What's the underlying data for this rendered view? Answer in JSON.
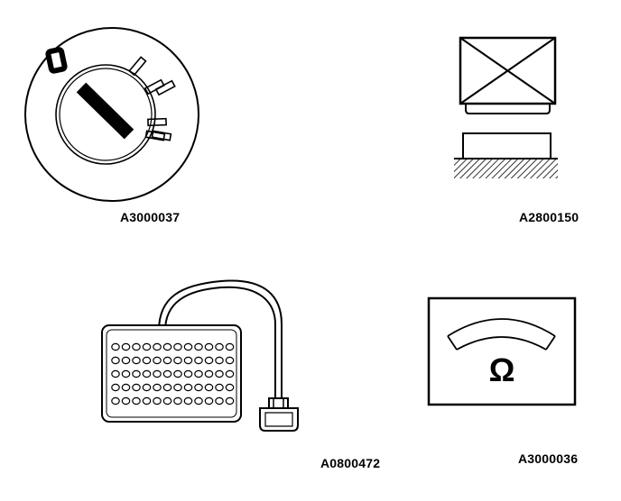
{
  "figures": [
    {
      "id": "ignition-switch",
      "code": "A3000037",
      "icon": "ignition-switch-icon"
    },
    {
      "id": "check-component",
      "code": "A2800150",
      "icon": "component-crossed-box-icon"
    },
    {
      "id": "breakout-box",
      "code": "A0800472",
      "icon": "breakout-box-icon"
    },
    {
      "id": "ohmmeter",
      "code": "A3000036",
      "icon": "ohmmeter-icon"
    }
  ],
  "ohmmeter": {
    "symbol": "Ω"
  }
}
